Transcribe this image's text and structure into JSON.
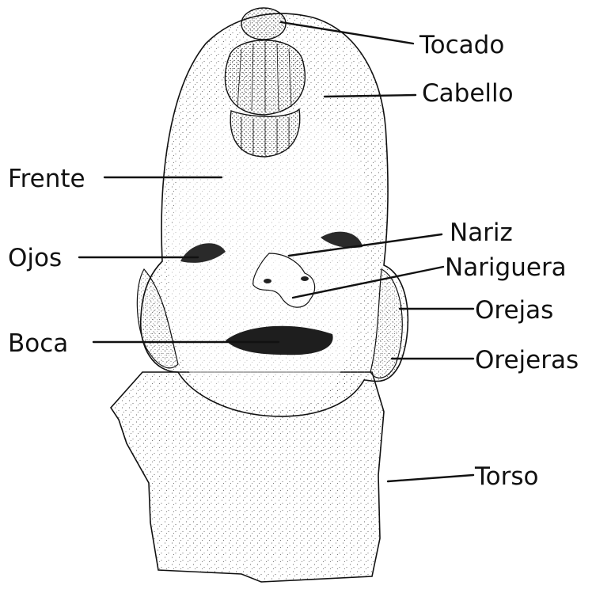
{
  "labels": {
    "tocado": "Tocado",
    "cabello": "Cabello",
    "frente": "Frente",
    "nariz": "Nariz",
    "ojos": "Ojos",
    "nariguera": "Nariguera",
    "orejas": "Orejas",
    "boca": "Boca",
    "orejeras": "Orejeras",
    "torso": "Torso"
  },
  "colors": {
    "ink": "#111111",
    "stipple": "#3a3a3a",
    "background": "#ffffff"
  }
}
